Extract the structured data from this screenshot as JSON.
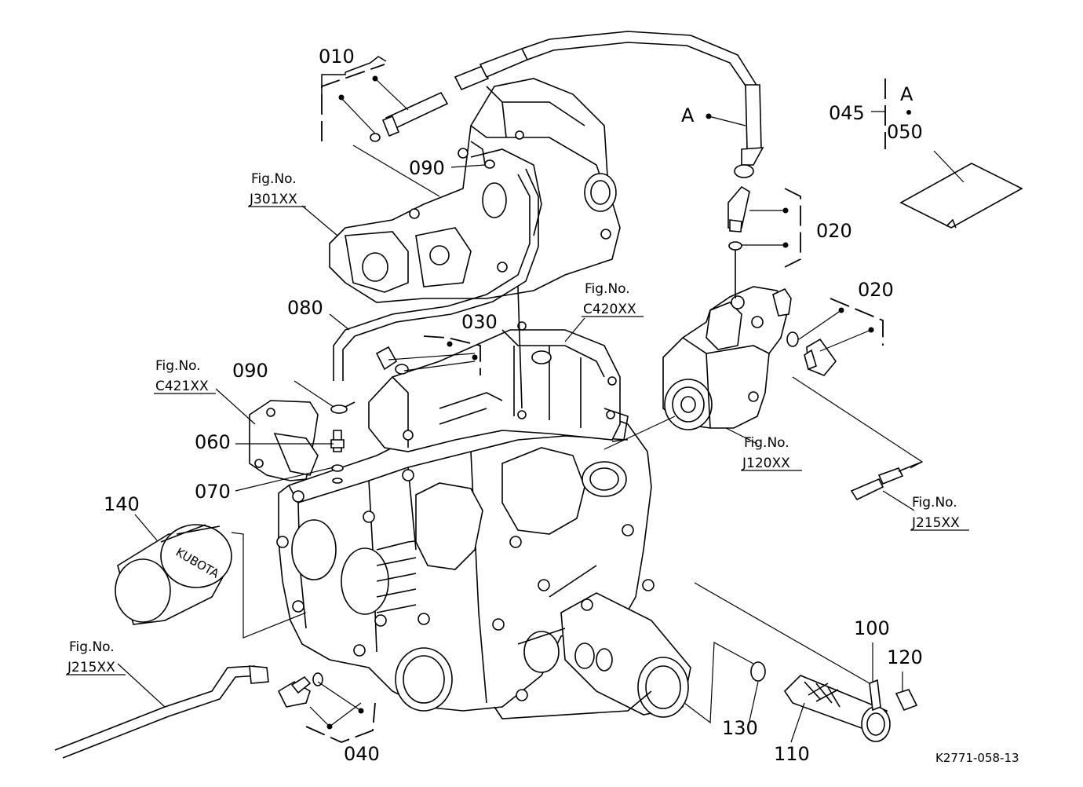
{
  "labels": {
    "p010": "010",
    "p020a": "020",
    "p020b": "020",
    "p030": "030",
    "p040": "040",
    "p045": "045",
    "p050": "050",
    "p060": "060",
    "p070": "070",
    "p080": "080",
    "p090a": "090",
    "p090b": "090",
    "p100": "100",
    "p110": "110",
    "p120": "120",
    "p130": "130",
    "p140": "140",
    "callout_a1": "A",
    "callout_a2": "A"
  },
  "figrefs": {
    "fig_no": "Fig.No.",
    "j301": "J301XX",
    "c420": "C420XX",
    "c421": "C421XX",
    "j120": "J120XX",
    "j215_right": "J215XX",
    "j215_left": "J215XX"
  },
  "drawing_code": "K2771-058-13"
}
